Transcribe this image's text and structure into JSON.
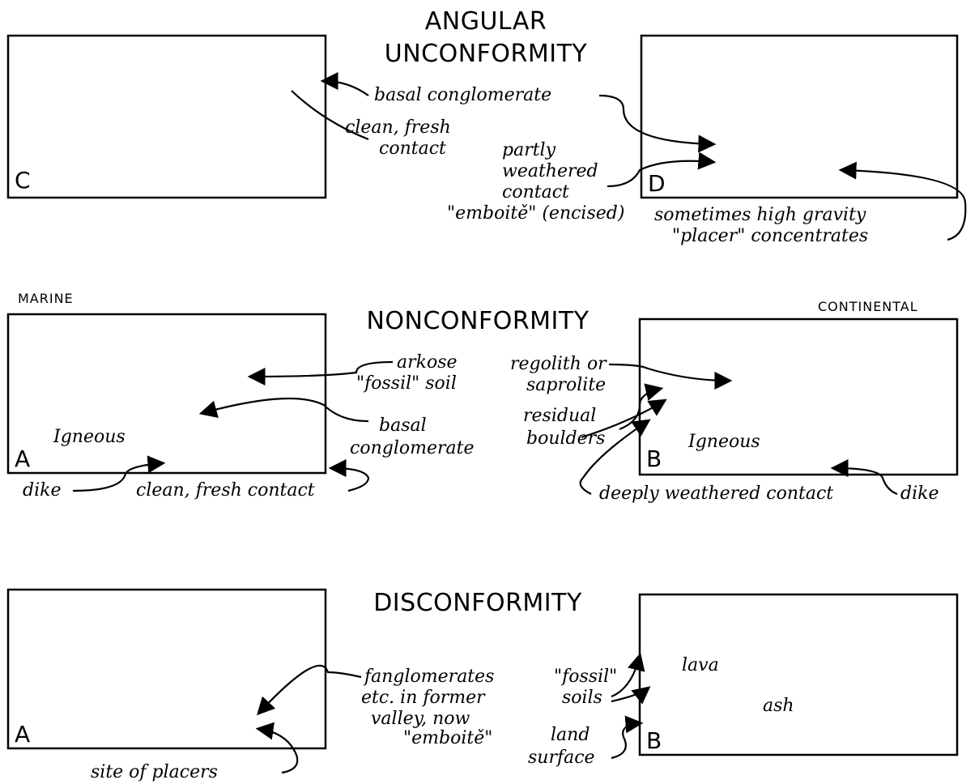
{
  "titles": {
    "angular": [
      "ANGULAR",
      "UNCONFORMITY"
    ],
    "nonconformity": "NONCONFORMITY",
    "disconformity": "DISCONFORMITY"
  },
  "sublabels": {
    "marine": "MARINE",
    "continental": "CONTINENTAL"
  },
  "panels": {
    "c": {
      "letter": "C"
    },
    "d": {
      "letter": "D"
    },
    "nonA": {
      "letter": "A",
      "rock": "Igneous"
    },
    "nonB": {
      "letter": "B",
      "rock": "Igneous"
    },
    "disA": {
      "letter": "A"
    },
    "disB": {
      "letter": "B",
      "lava": "lava",
      "ash": "ash"
    }
  },
  "labels": {
    "basal_conglomerate": "basal conglomerate",
    "clean_fresh_1": "clean, fresh",
    "contact": "contact",
    "partly": "partly",
    "weathered": "weathered",
    "contact2": "contact",
    "emboite_encised": "\"emboitě\" (encised)",
    "sometimes": "sometimes high gravity",
    "placer_conc": "\"placer\" concentrates",
    "arkose": "arkose",
    "fossil_soil": "\"fossil\" soil",
    "basal": "basal",
    "conglomerate": "conglomerate",
    "dike_left": "dike",
    "clean_fresh_contact": "clean, fresh contact",
    "regolith_or": "regolith or",
    "saprolite": "saprolite",
    "residual": "residual",
    "boulders": "boulders",
    "deeply": "deeply weathered contact",
    "dike_right": "dike",
    "fanglomerates": "fanglomerates",
    "etc_in_former": "etc. in former",
    "valley_now": "valley, now",
    "emboite": "\"emboitě\"",
    "site_placers": "site of placers",
    "fossil_q": "\"fossil\"",
    "soils": "soils",
    "land": "land",
    "surface": "surface"
  }
}
